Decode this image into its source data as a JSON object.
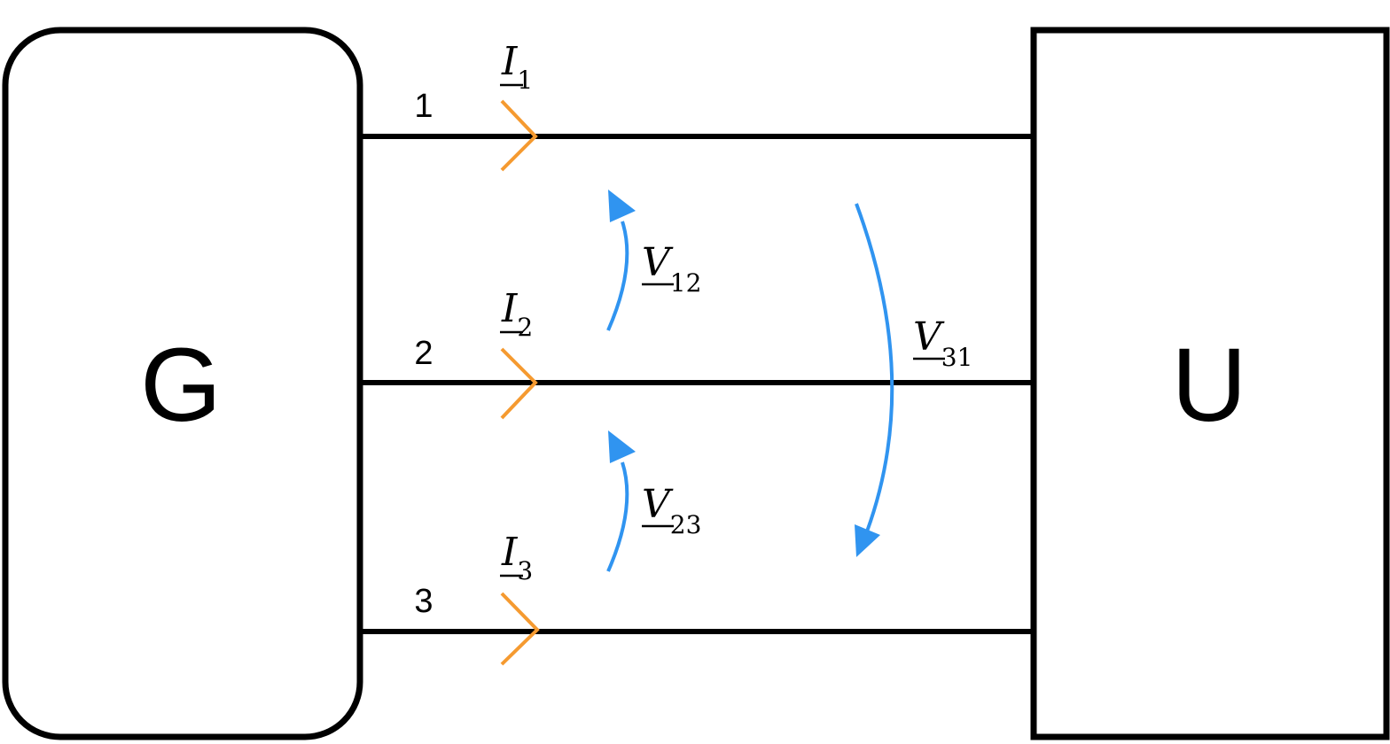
{
  "generator": {
    "label": "G"
  },
  "load": {
    "label": "U"
  },
  "lines": [
    {
      "number": "1",
      "current": {
        "symbol": "I",
        "subscript": "1"
      }
    },
    {
      "number": "2",
      "current": {
        "symbol": "I",
        "subscript": "2"
      }
    },
    {
      "number": "3",
      "current": {
        "symbol": "I",
        "subscript": "3"
      }
    }
  ],
  "voltages": [
    {
      "symbol": "V",
      "subscript": "12"
    },
    {
      "symbol": "V",
      "subscript": "23"
    },
    {
      "symbol": "V",
      "subscript": "31"
    }
  ],
  "colors": {
    "wire": "#000000",
    "current_arrow": "#f59a30",
    "voltage_arrow": "#3094f0"
  }
}
